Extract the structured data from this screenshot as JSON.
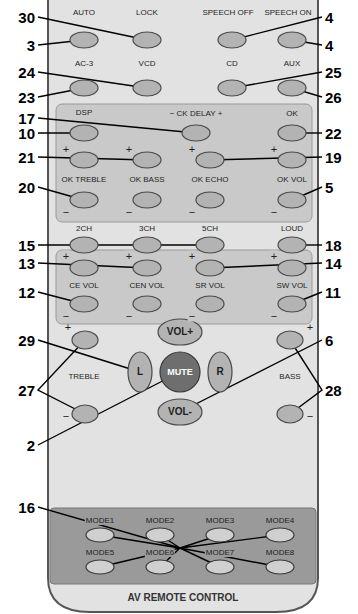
{
  "diagram": {
    "labels": [
      "30",
      "AUTO",
      "LOCK",
      "SPEECH OFF",
      "SPEECH ON",
      "4",
      "3",
      "4",
      "24",
      "AC-3",
      "VCD",
      "CD",
      "AUX",
      "25",
      "23",
      "26",
      "17",
      "DSP",
      "− CK DELAY +",
      "OK",
      "10",
      "22",
      "21",
      "+",
      "+",
      "+",
      "+",
      "19",
      "OK TREBLE",
      "OK BASS",
      "OK ECHO",
      "OK VOL",
      "20",
      "5",
      "−",
      "−",
      "−",
      "−",
      "2CH",
      "3CH",
      "5CH",
      "LOUD",
      "15",
      "18",
      "13",
      "+",
      "+",
      "+",
      "+",
      "14",
      "CE VOL",
      "CEN VOL",
      "SR VOL",
      "SW VOL",
      "12",
      "11",
      "−",
      "−",
      "−",
      "−",
      "+",
      "VOL+",
      "+",
      "29",
      "6",
      "TREBLE",
      "L",
      "MUTE",
      "R",
      "BASS",
      "27",
      "28",
      "−",
      "VOL-",
      "−",
      "2",
      "16",
      "MODE1",
      "MODE2",
      "MODE3",
      "MODE4",
      "MODE5",
      "MODE6",
      "MODE7",
      "MODE8",
      "AV REMOTE CONTROL"
    ]
  }
}
